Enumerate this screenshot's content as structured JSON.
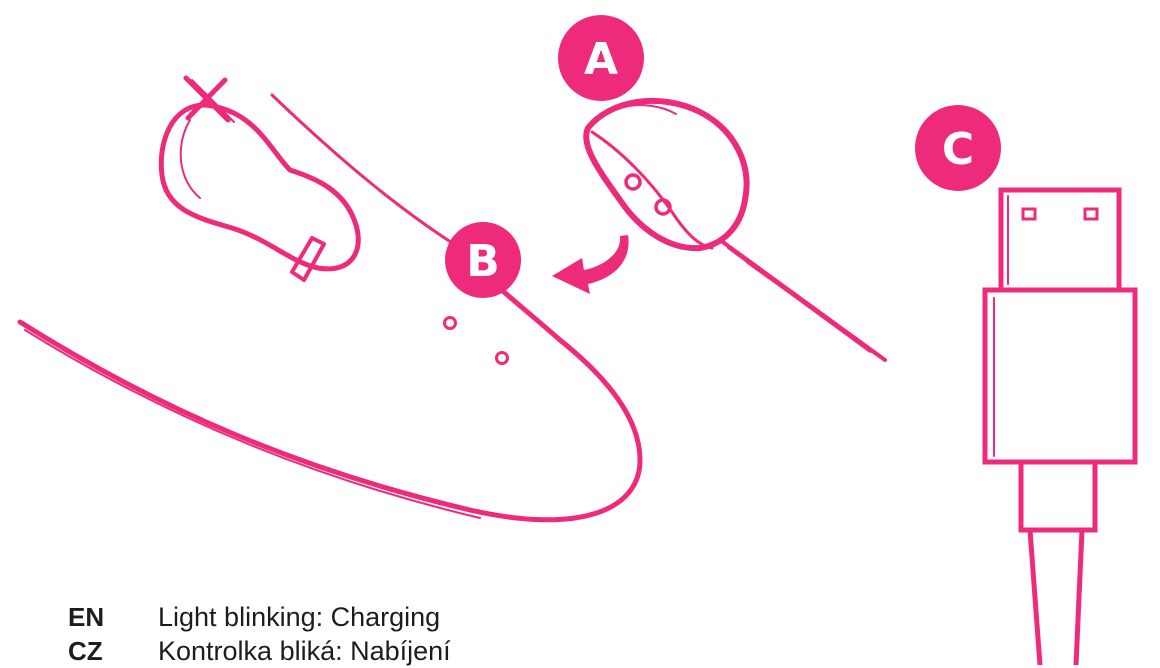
{
  "colors": {
    "accent": "#ee2a7b",
    "text": "#1d1d1b",
    "badge_text": "#ffffff"
  },
  "badges": {
    "a": "A",
    "b": "B",
    "c": "C"
  },
  "icons": {
    "remote": "remote-control-icon",
    "toy": "egg-toy-icon",
    "cable": "usb-cable-icon",
    "arrow": "curved-arrow-icon",
    "cross": "cross-mark-icon"
  },
  "legend": [
    {
      "code": "EN",
      "text": "Light blinking: Charging"
    },
    {
      "code": "CZ",
      "text": "Kontrolka bliká: Nabíjení"
    }
  ]
}
